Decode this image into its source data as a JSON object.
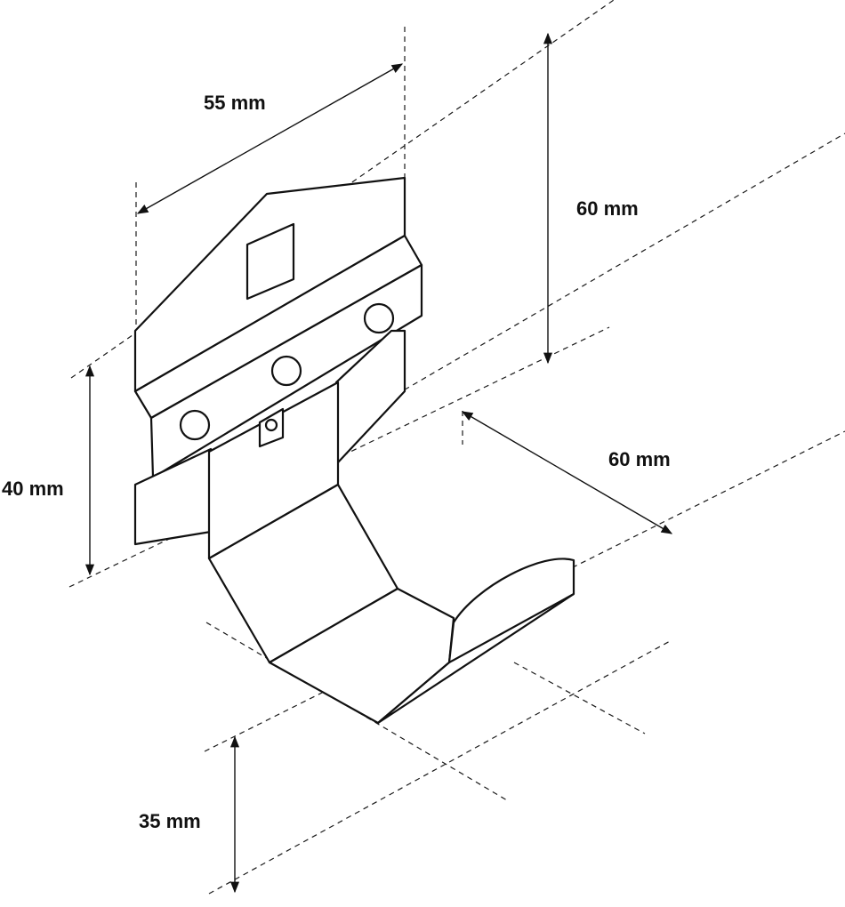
{
  "dimensions": {
    "width_top": "55 mm",
    "height_right": "60 mm",
    "depth_right": "60 mm",
    "height_left": "40 mm",
    "base_height": "35 mm"
  }
}
